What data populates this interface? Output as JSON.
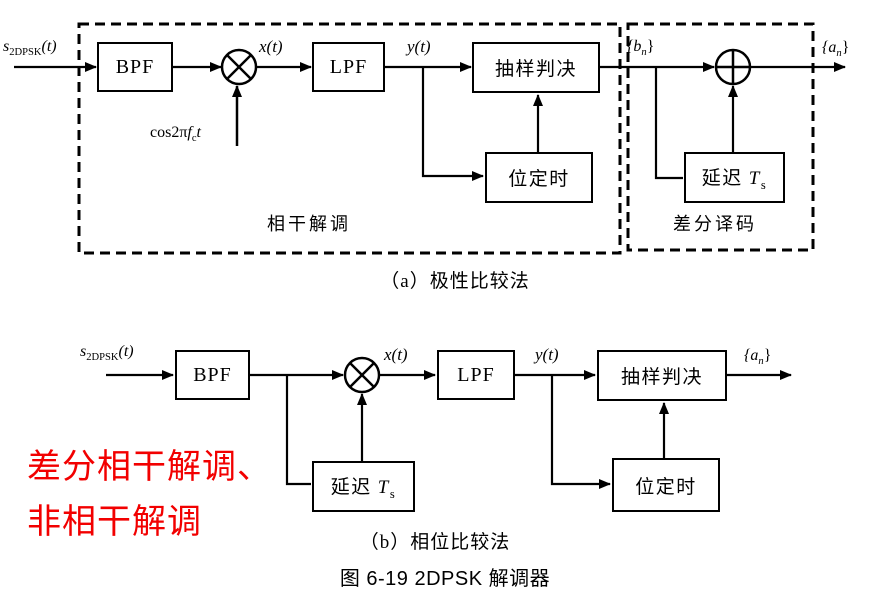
{
  "colors": {
    "ink": "#000000",
    "annotation_red": "#f20000"
  },
  "blocks": {
    "bpf": "BPF",
    "lpf": "LPF",
    "sampling_decision": "抽样判决",
    "bit_timing": "位定时",
    "delay_text": "延迟",
    "delay_symbol": "T",
    "delay_symbol_sub": "s"
  },
  "signals": {
    "input_s": "s",
    "input_s_sub": "2DPSK",
    "input_s_suffix": "(t)",
    "carrier_pre": "cos2π",
    "carrier_f": "f",
    "carrier_f_sub": "c",
    "carrier_t": "t",
    "x_t": "x(t)",
    "y_t": "y(t)",
    "b_n_pre": "{b",
    "b_n_sub": "n",
    "b_n_post": "}",
    "a_n_pre": "{a",
    "a_n_sub": "n",
    "a_n_post": "}"
  },
  "groups": {
    "coherent_demod": "相干解调",
    "differential_decoding": "差分译码"
  },
  "captions": {
    "a": "（a）极性比较法",
    "b": "（b）相位比较法",
    "figure_title": "图 6-19 2DPSK 解调器"
  },
  "annotation": {
    "line1": "差分相干解调、",
    "line2": "非相干解调"
  }
}
